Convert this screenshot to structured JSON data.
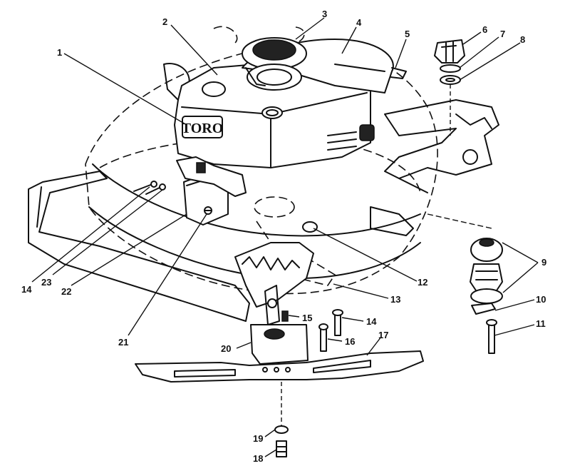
{
  "brand": "TORO",
  "callouts": [
    {
      "id": "c1",
      "label": "1"
    },
    {
      "id": "c2",
      "label": "2"
    },
    {
      "id": "c3",
      "label": "3"
    },
    {
      "id": "c4",
      "label": "4"
    },
    {
      "id": "c5",
      "label": "5"
    },
    {
      "id": "c6",
      "label": "6"
    },
    {
      "id": "c7",
      "label": "7"
    },
    {
      "id": "c8",
      "label": "8"
    },
    {
      "id": "c9",
      "label": "9"
    },
    {
      "id": "c10",
      "label": "10"
    },
    {
      "id": "c11",
      "label": "11"
    },
    {
      "id": "c12",
      "label": "12"
    },
    {
      "id": "c13",
      "label": "13"
    },
    {
      "id": "c14a",
      "label": "14"
    },
    {
      "id": "c14b",
      "label": "14"
    },
    {
      "id": "c15",
      "label": "15"
    },
    {
      "id": "c16",
      "label": "16"
    },
    {
      "id": "c17",
      "label": "17"
    },
    {
      "id": "c18",
      "label": "18"
    },
    {
      "id": "c19",
      "label": "19"
    },
    {
      "id": "c20",
      "label": "20"
    },
    {
      "id": "c21",
      "label": "21"
    },
    {
      "id": "c22",
      "label": "22"
    },
    {
      "id": "c23",
      "label": "23"
    }
  ]
}
